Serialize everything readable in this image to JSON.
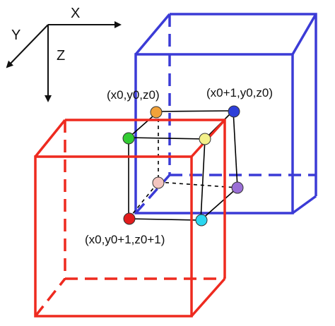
{
  "axes": {
    "x_label": "X",
    "y_label": "Y",
    "z_label": "Z"
  },
  "labels": {
    "top_left_corner": "(x0,y0,z0)",
    "top_right_corner": "(x0+1,y0,z0)",
    "bottom_front_corner": "(x0,y0+1,z0+1)"
  },
  "colors": {
    "red_cube": "#ee2a1f",
    "blue_cube": "#3b3bd6",
    "small_cube": "#000000",
    "dot_orange": "#f2a23a",
    "dot_blue": "#2d3fd9",
    "dot_green": "#33cc33",
    "dot_yellow": "#f3f08a",
    "dot_pink": "#f3c5bf",
    "dot_purple": "#9a6fd6",
    "dot_red": "#e21c1c",
    "dot_cyan": "#2ad6f0"
  }
}
